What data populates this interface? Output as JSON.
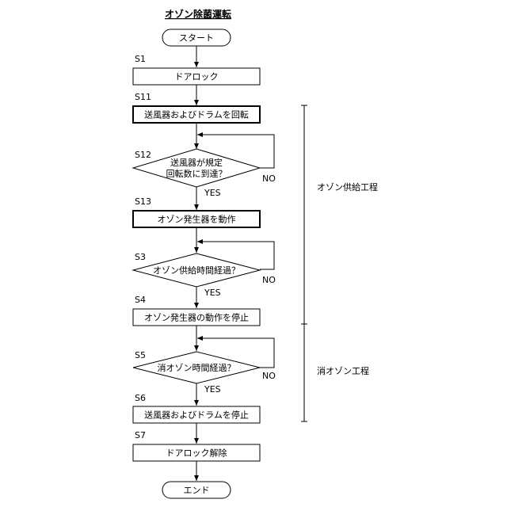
{
  "title": "オゾン除菌運転",
  "start": "スタート",
  "end": "エンド",
  "steps": {
    "s1": {
      "id": "S1",
      "label": "ドアロック"
    },
    "s11": {
      "id": "S11",
      "label": "送風器およびドラムを回転"
    },
    "s12": {
      "id": "S12",
      "line1": "送風器が規定",
      "line2": "回転数に到達？"
    },
    "s13": {
      "id": "S13",
      "label": "オゾン発生器を動作"
    },
    "s3": {
      "id": "S3",
      "label": "オゾン供給時間経過？"
    },
    "s4": {
      "id": "S4",
      "label": "オゾン発生器の動作を停止"
    },
    "s5": {
      "id": "S5",
      "label": "消オゾン時間経過？"
    },
    "s6": {
      "id": "S6",
      "label": "送風器およびドラムを停止"
    },
    "s7": {
      "id": "S7",
      "label": "ドアロック解除"
    }
  },
  "yes": "YES",
  "no": "NO",
  "phases": {
    "supply": "オゾン供給工程",
    "erase": "消オゾン工程"
  }
}
